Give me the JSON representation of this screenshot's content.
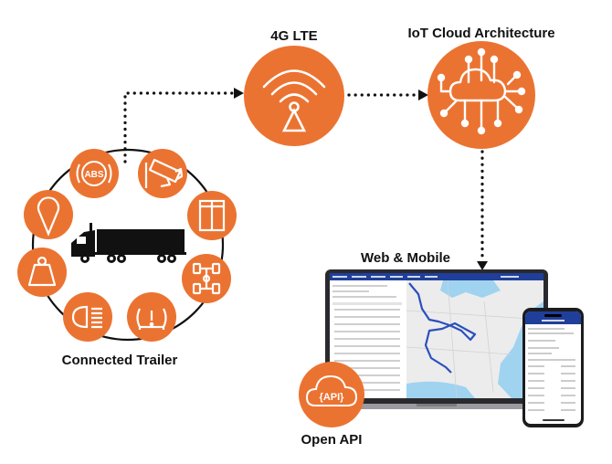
{
  "labels": {
    "lte": "4G LTE",
    "cloud": "IoT Cloud Architecture",
    "web_mobile": "Web & Mobile",
    "connected_trailer": "Connected Trailer",
    "open_api": "Open API"
  },
  "icons": {
    "abs_text": "ABS",
    "api_text": "{API}"
  },
  "colors": {
    "accent": "#EB7331",
    "truck": "#111111",
    "connector": "#111111",
    "map_water": "#9fd3f0",
    "map_land": "#eeeeee",
    "route": "#2b4fbf",
    "app_header": "#1f3f9a"
  }
}
